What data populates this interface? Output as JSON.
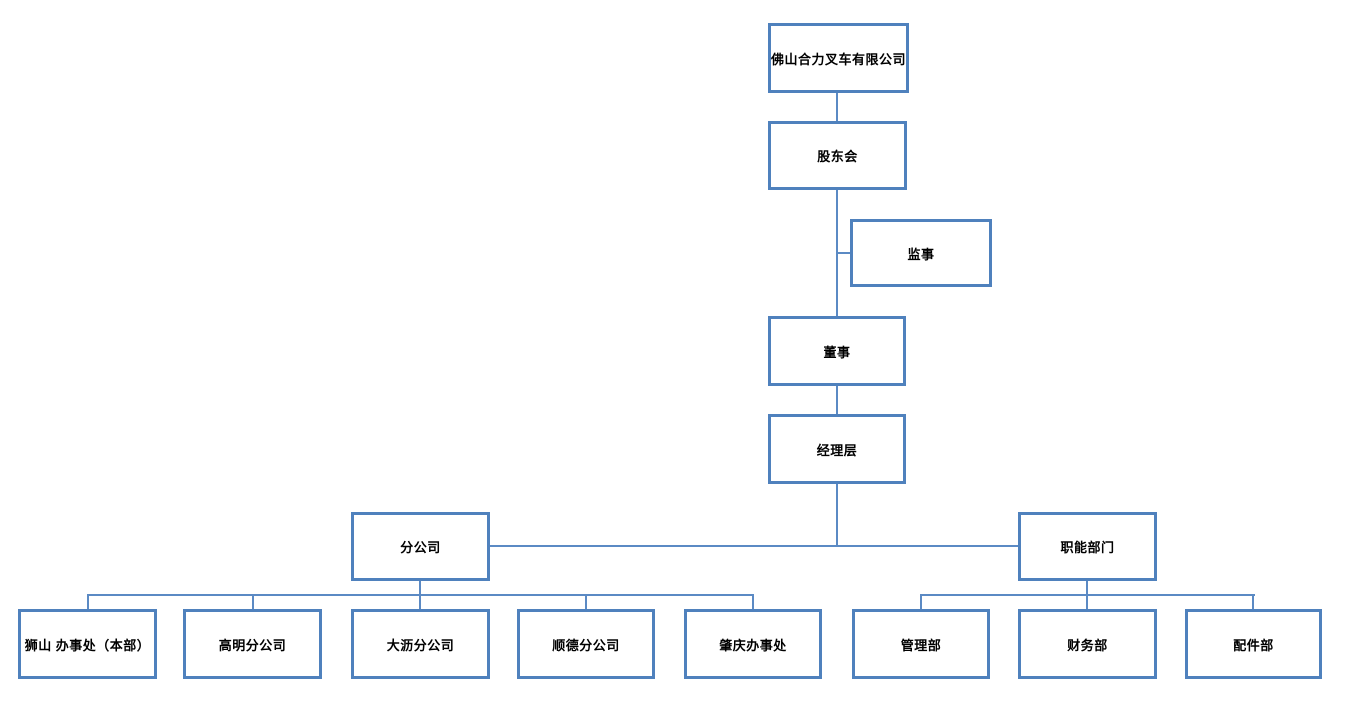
{
  "diagram": {
    "type": "org-chart",
    "nodes": {
      "root": "佛山合力叉车有限公司",
      "shareholders": "股东会",
      "supervisor": "监事",
      "director": "董事",
      "management": "经理层",
      "branch_division": "分公司",
      "functional_division": "职能部门",
      "shishan_office": "狮山 办事处（本部）",
      "gaoming_branch": "高明分公司",
      "dali_branch": "大沥分公司",
      "shunde_branch": "顺德分公司",
      "zhaoqing_office": "肇庆办事处",
      "management_dept": "管理部",
      "finance_dept": "财务部",
      "parts_dept": "配件部"
    },
    "hierarchy": [
      {
        "parent": "佛山合力叉车有限公司",
        "child": "股东会"
      },
      {
        "parent": "股东会",
        "child": "监事"
      },
      {
        "parent": "股东会",
        "child": "董事"
      },
      {
        "parent": "董事",
        "child": "经理层"
      },
      {
        "parent": "经理层",
        "child": "分公司"
      },
      {
        "parent": "经理层",
        "child": "职能部门"
      },
      {
        "parent": "分公司",
        "child": "狮山 办事处（本部）"
      },
      {
        "parent": "分公司",
        "child": "高明分公司"
      },
      {
        "parent": "分公司",
        "child": "大沥分公司"
      },
      {
        "parent": "分公司",
        "child": "顺德分公司"
      },
      {
        "parent": "分公司",
        "child": "肇庆办事处"
      },
      {
        "parent": "职能部门",
        "child": "管理部"
      },
      {
        "parent": "职能部门",
        "child": "财务部"
      },
      {
        "parent": "职能部门",
        "child": "配件部"
      }
    ],
    "colors": {
      "box_border": "#4f81bd",
      "box_fill": "#ffffff",
      "connector": "#5b8ac4",
      "text": "#000000",
      "background": "#ffffff"
    }
  }
}
